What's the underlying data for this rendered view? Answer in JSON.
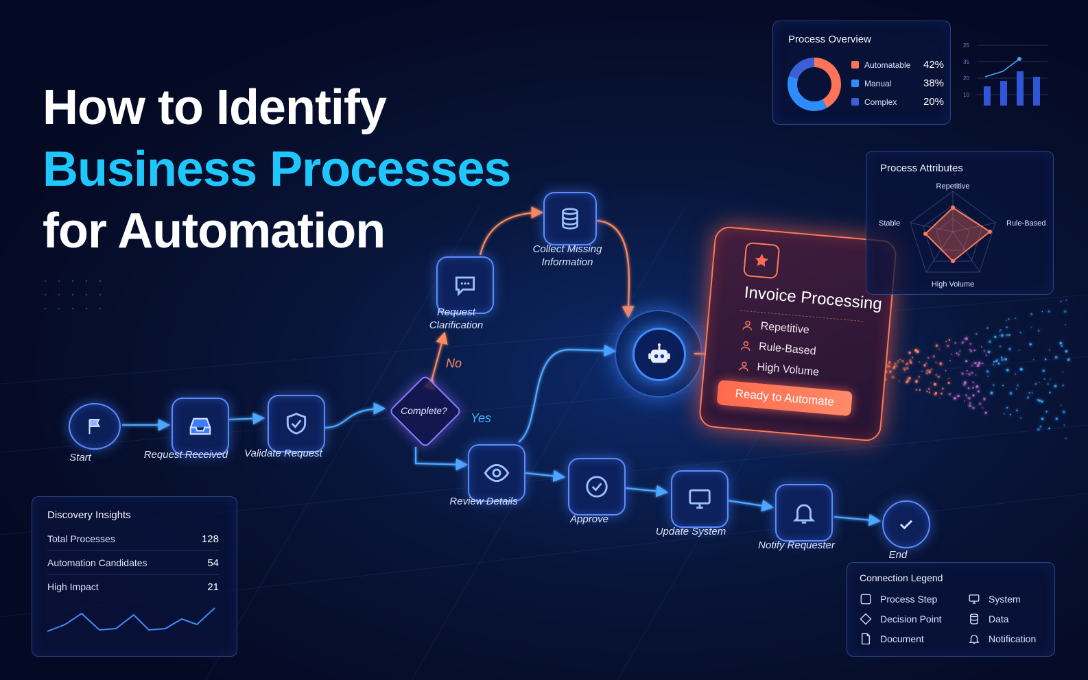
{
  "title": {
    "line1": "How to Identify",
    "line2": "Business Processes",
    "line3": "for Automation"
  },
  "flow": {
    "nodes": {
      "start": "Start",
      "request_received": "Request Received",
      "validate_request": "Validate Request",
      "decision": "Complete?",
      "request_clarification": "Request Clarification",
      "collect_missing": "Collect Missing Information",
      "review_details": "Review Details",
      "approve": "Approve",
      "update_system": "Update System",
      "notify_requester": "Notify Requester",
      "end": "End"
    },
    "branch_no": "No",
    "branch_yes": "Yes"
  },
  "invoice_card": {
    "title": "Invoice Processing",
    "attributes": [
      "Repetitive",
      "Rule-Based",
      "High Volume"
    ],
    "button": "Ready to Automate"
  },
  "process_overview": {
    "title": "Process Overview",
    "items": [
      {
        "label": "Automatable",
        "value": "42%",
        "pct": 42,
        "color": "#ff7358"
      },
      {
        "label": "Manual",
        "value": "38%",
        "pct": 38,
        "color": "#2f8cff"
      },
      {
        "label": "Complex",
        "value": "20%",
        "pct": 20,
        "color": "#3c5fd6"
      }
    ]
  },
  "mini_bar": {
    "ticks": [
      "25",
      "35",
      "20",
      "10"
    ]
  },
  "process_attributes": {
    "title": "Process Attributes",
    "axes": [
      "Repetitive",
      "Rule-Based",
      "High Volume",
      "Stable"
    ]
  },
  "discovery_insights": {
    "title": "Discovery Insights",
    "rows": [
      {
        "label": "Total Processes",
        "value": "128"
      },
      {
        "label": "Automation Candidates",
        "value": "54"
      },
      {
        "label": "High Impact",
        "value": "21"
      }
    ]
  },
  "connection_legend": {
    "title": "Connection Legend",
    "items": [
      {
        "label": "Process Step",
        "icon": "square-icon"
      },
      {
        "label": "System",
        "icon": "monitor-icon"
      },
      {
        "label": "Decision Point",
        "icon": "diamond-icon"
      },
      {
        "label": "Data",
        "icon": "database-icon"
      },
      {
        "label": "Document",
        "icon": "document-icon"
      },
      {
        "label": "Notification",
        "icon": "bell-icon"
      }
    ]
  },
  "colors": {
    "accent_blue": "#1ec8ff",
    "node_blue": "#5b8cff",
    "accent_orange": "#ff7a5c"
  }
}
